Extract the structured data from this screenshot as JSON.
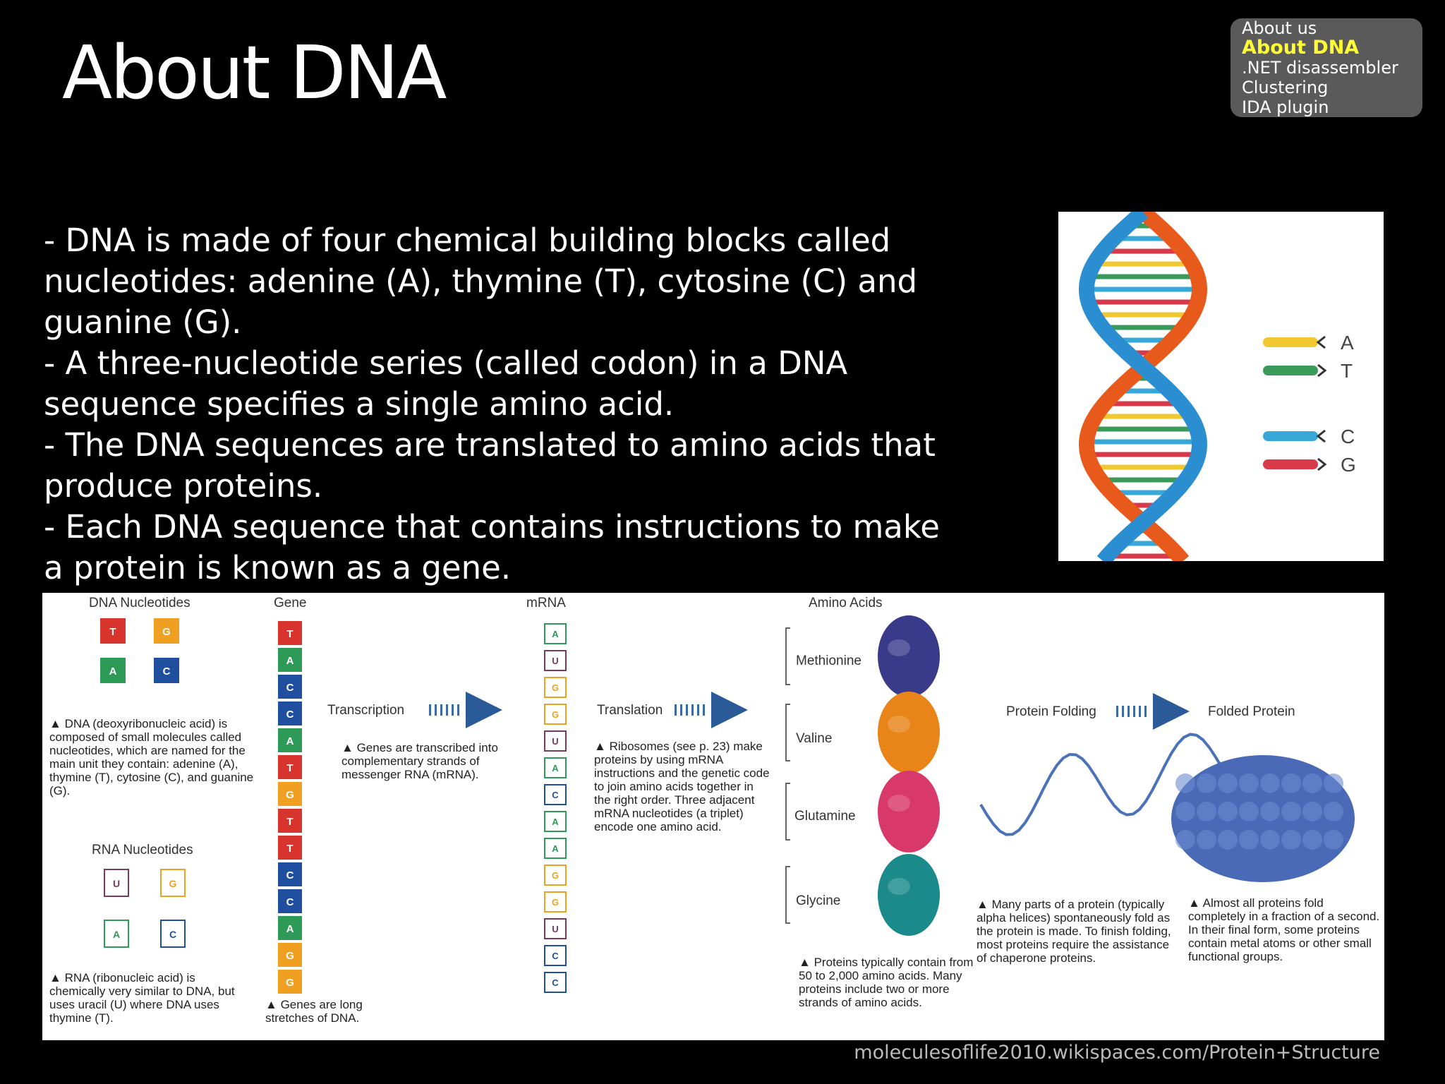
{
  "title": "About DNA",
  "nav": {
    "items": [
      {
        "label": "About us",
        "active": false
      },
      {
        "label": "About DNA",
        "active": true
      },
      {
        "label": ".NET disassembler",
        "active": false
      },
      {
        "label": "Clustering",
        "active": false
      },
      {
        "label": "IDA plugin",
        "active": false
      }
    ],
    "active_color": "#ffff33"
  },
  "body_paragraphs": [
    "- DNA is made of four chemical building blocks called nucleotides: adenine (A), thymine (T), cytosine (C) and guanine (G).",
    "- A three-nucleotide series (called codon) in a DNA sequence specifies a single amino acid.",
    "- The DNA sequences are translated to amino acids that produce proteins.",
    "- Each DNA sequence that contains instructions to make a protein is known as a gene."
  ],
  "helix": {
    "legend": [
      "A",
      "T",
      "C",
      "G"
    ],
    "colors": {
      "A": "#f2c830",
      "T": "#3a9a5a",
      "C": "#38a8d8",
      "G": "#d83a4a"
    }
  },
  "diagram": {
    "headers": {
      "dna_nucleotides": "DNA Nucleotides",
      "gene": "Gene",
      "mrna": "mRNA",
      "amino_acids": "Amino Acids",
      "rna_nucleotides": "RNA Nucleotides",
      "transcription": "Transcription",
      "translation": "Translation",
      "protein_folding": "Protein Folding",
      "folded_protein": "Folded Protein"
    },
    "dna_nucleotide_letters": [
      "T",
      "G",
      "A",
      "C"
    ],
    "rna_nucleotide_letters": [
      "U",
      "G",
      "A",
      "C"
    ],
    "gene_sequence": [
      "T",
      "A",
      "C",
      "C",
      "A",
      "T",
      "G",
      "T",
      "T",
      "C",
      "C",
      "A",
      "G",
      "G"
    ],
    "mrna_sequence": [
      "A",
      "U",
      "G",
      "G",
      "U",
      "A",
      "C",
      "A",
      "A",
      "G",
      "G",
      "U",
      "C",
      "C"
    ],
    "amino_acids": [
      "Methionine",
      "Valine",
      "Glutamine",
      "Glycine"
    ],
    "notes": {
      "dna": "DNA (deoxyribonucleic acid) is composed of small molecules called nucleotides, which are named for the main unit they contain: adenine (A), thymine (T), cytosine (C), and guanine (G).",
      "rna": "RNA (ribonucleic acid) is chemically very similar to DNA, but uses uracil (U) where DNA uses thymine (T).",
      "gene": "Genes are long stretches of DNA.",
      "transcription": "Genes are transcribed into complementary strands of messenger RNA (mRNA).",
      "translation": "Ribosomes (see p. 23) make proteins by using mRNA instructions and the genetic code to join amino acids together in the right order. Three adjacent mRNA nucleotides (a triplet) encode one amino acid.",
      "proteins": "Proteins typically contain from 50 to 2,000 amino acids. Many proteins include two or more strands of amino acids.",
      "folding": "Many parts of a protein (typically alpha helices) spontaneously fold as the protein is made. To finish folding, most proteins require the assistance of chaperone proteins.",
      "folded": "Almost all proteins fold completely in a fraction of a second. In their final form, some proteins contain metal atoms or other small functional groups."
    },
    "colors": {
      "T": "#d8342e",
      "A": "#2e9a58",
      "C": "#1f4f9e",
      "G": "#f0a020",
      "U": "#7a3a5a",
      "methionine": "#3a3a8a",
      "valine": "#e88418",
      "glutamine": "#d8386a",
      "glycine": "#1a8a8a",
      "protein": "#4a6ab8"
    }
  },
  "source": "moleculesoflife2010.wikispaces.com/Protein+Structure"
}
